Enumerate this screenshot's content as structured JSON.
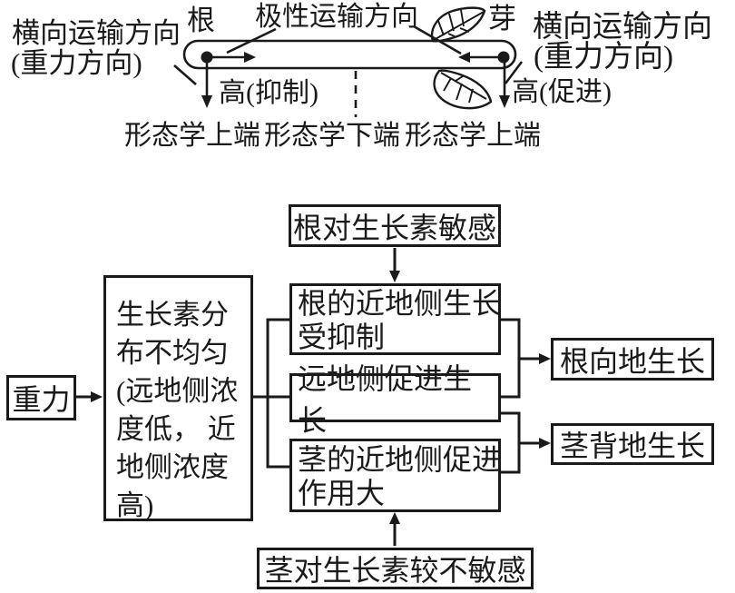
{
  "colors": {
    "ink": "#1a1a1a",
    "bg": "#ffffff"
  },
  "top_diagram": {
    "lateral_left_line1": "横向运输方向",
    "lateral_left_line2": "(重力方向)",
    "root_label": "根",
    "polar_transport_label": "极性运输方向",
    "bud_label": "芽",
    "lateral_right_line1": "横向运输方向",
    "lateral_right_line2": "(重力方向)",
    "high_inhibit": "高(抑制)",
    "high_promote": "高(促进)",
    "morph_upper_left": "形态学上端",
    "morph_lower_middle": "形态学下端",
    "morph_upper_right": "形态学上端"
  },
  "flowchart": {
    "gravity": "重力",
    "auxin_distribution_lines": [
      "生长素分",
      "布不均匀",
      "(远地侧浓",
      "度低， 近",
      "地侧浓度",
      "高)"
    ],
    "root_sensitive": "根对生长素敏感",
    "root_near_side_lines": [
      "根的近地侧生长",
      "受抑制"
    ],
    "far_side_promote": "远地侧促进生长",
    "stem_near_side_lines": [
      "茎的近地侧促进",
      "作用大"
    ],
    "stem_less_sensitive": "茎对生长素较不敏感",
    "root_result": "根向地生长",
    "stem_result": "茎背地生长"
  }
}
